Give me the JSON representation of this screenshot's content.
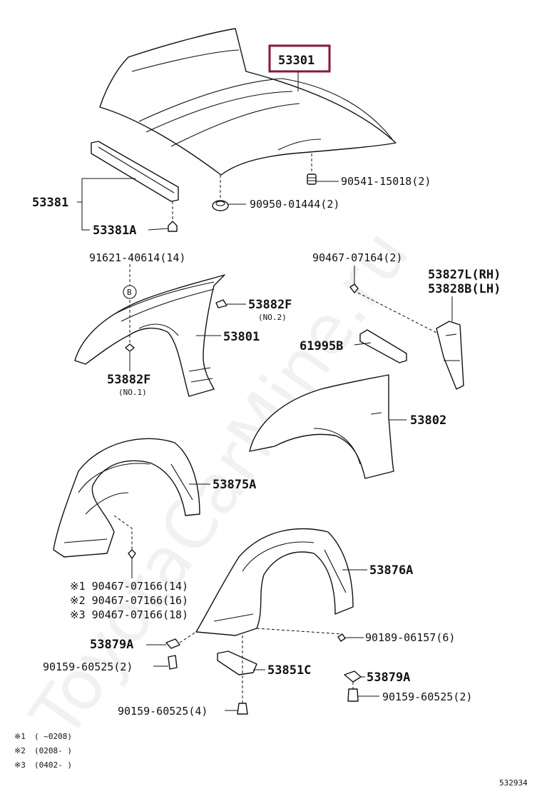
{
  "diagram_id": "532934",
  "watermark": "ToyotaCarMine.ru",
  "labels": [
    {
      "id": "hood",
      "text": "53301",
      "highlighted": true
    },
    {
      "id": "seal-clip",
      "text": "90541-15018(2)"
    },
    {
      "id": "hood-bumper",
      "text": "90950-01444(2)"
    },
    {
      "id": "seal",
      "text": "53381"
    },
    {
      "id": "seal-sub",
      "text": "53381A"
    },
    {
      "id": "bolt-fender",
      "text": "91621-40614(14)"
    },
    {
      "id": "bolt-screw",
      "text": "90467-07164(2)"
    },
    {
      "id": "bracket-rh",
      "text": "53827L(RH)"
    },
    {
      "id": "bracket-lh",
      "text": "53828B(LH)"
    },
    {
      "id": "pad-no2",
      "text": "53882F"
    },
    {
      "id": "pad-no2-note",
      "text": "(NO.2)"
    },
    {
      "id": "fender-rh",
      "text": "53801"
    },
    {
      "id": "seal-61995",
      "text": "61995B"
    },
    {
      "id": "pad-no1",
      "text": "53882F"
    },
    {
      "id": "pad-no1-note",
      "text": "(NO.1)"
    },
    {
      "id": "fender-lh",
      "text": "53802"
    },
    {
      "id": "liner-rh",
      "text": "53875A"
    },
    {
      "id": "liner-lh",
      "text": "53876A"
    },
    {
      "id": "clip-1",
      "text": "※1 90467-07166(14)"
    },
    {
      "id": "clip-2",
      "text": "※2 90467-07166(16)"
    },
    {
      "id": "clip-3",
      "text": "※3 90467-07166(18)"
    },
    {
      "id": "screw-90189",
      "text": "90189-06157(6)"
    },
    {
      "id": "part-53879a-left",
      "text": "53879A"
    },
    {
      "id": "bolt-90159-left",
      "text": "90159-60525(2)"
    },
    {
      "id": "part-53851c",
      "text": "53851C"
    },
    {
      "id": "part-53879a-right",
      "text": "53879A"
    },
    {
      "id": "bolt-90159-right",
      "text": "90159-60525(2)"
    },
    {
      "id": "bolt-90159-bottom",
      "text": "90159-60525(4)"
    }
  ],
  "circle_marker": "B",
  "footnotes": [
    {
      "mark": "※1",
      "range": "(      ~0208)"
    },
    {
      "mark": "※2",
      "range": "(0208-      )"
    },
    {
      "mark": "※3",
      "range": "(0402-      )"
    }
  ]
}
